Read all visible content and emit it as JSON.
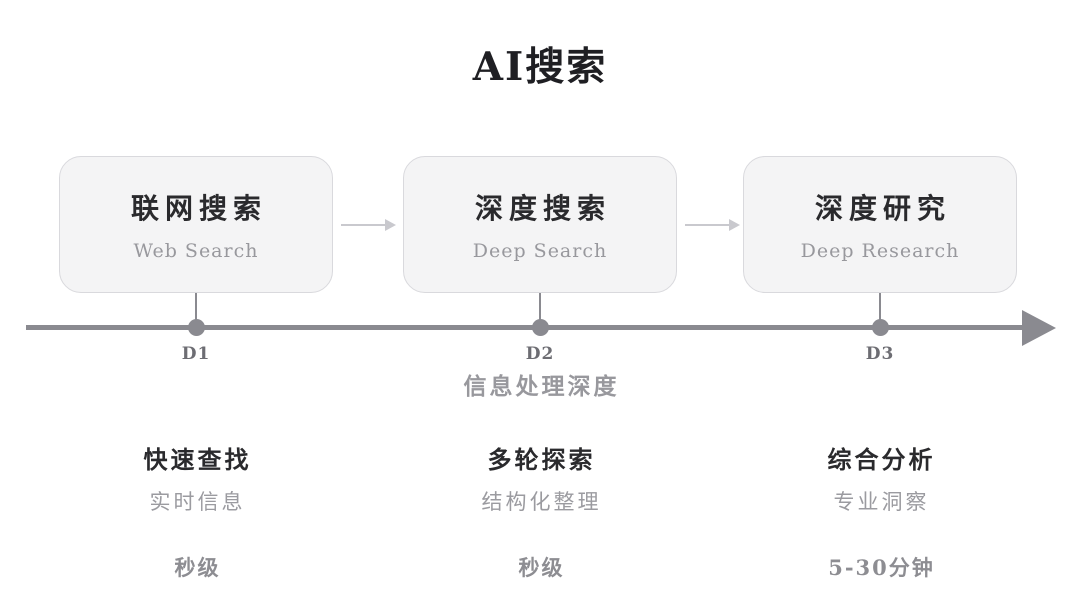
{
  "title": "AI搜索",
  "axis": {
    "label": "信息处理深度",
    "ticks": [
      "D1",
      "D2",
      "D3"
    ]
  },
  "icons": {
    "flow_arrow": "right-arrow",
    "axis_end": "right-arrowhead"
  },
  "stages": [
    {
      "name_zh": "联网搜索",
      "name_en": "Web Search",
      "tick": "D1",
      "feature": "快速查找",
      "detail": "实时信息",
      "duration": "秒级"
    },
    {
      "name_zh": "深度搜索",
      "name_en": "Deep Search",
      "tick": "D2",
      "feature": "多轮探索",
      "detail": "结构化整理",
      "duration": "秒级"
    },
    {
      "name_zh": "深度研究",
      "name_en": "Deep Research",
      "tick": "D3",
      "feature": "综合分析",
      "detail": "专业洞察",
      "duration": "5-30分钟"
    }
  ],
  "colors": {
    "text_dark": "#2a2a2d",
    "text_gray": "#98989d",
    "axis_gray": "#8a8a90",
    "tick_gray": "#6d6d73",
    "flow_arrow_light": "#c9c9ce",
    "box_fill": "#f4f4f5",
    "box_border": "#d9d9dd"
  }
}
